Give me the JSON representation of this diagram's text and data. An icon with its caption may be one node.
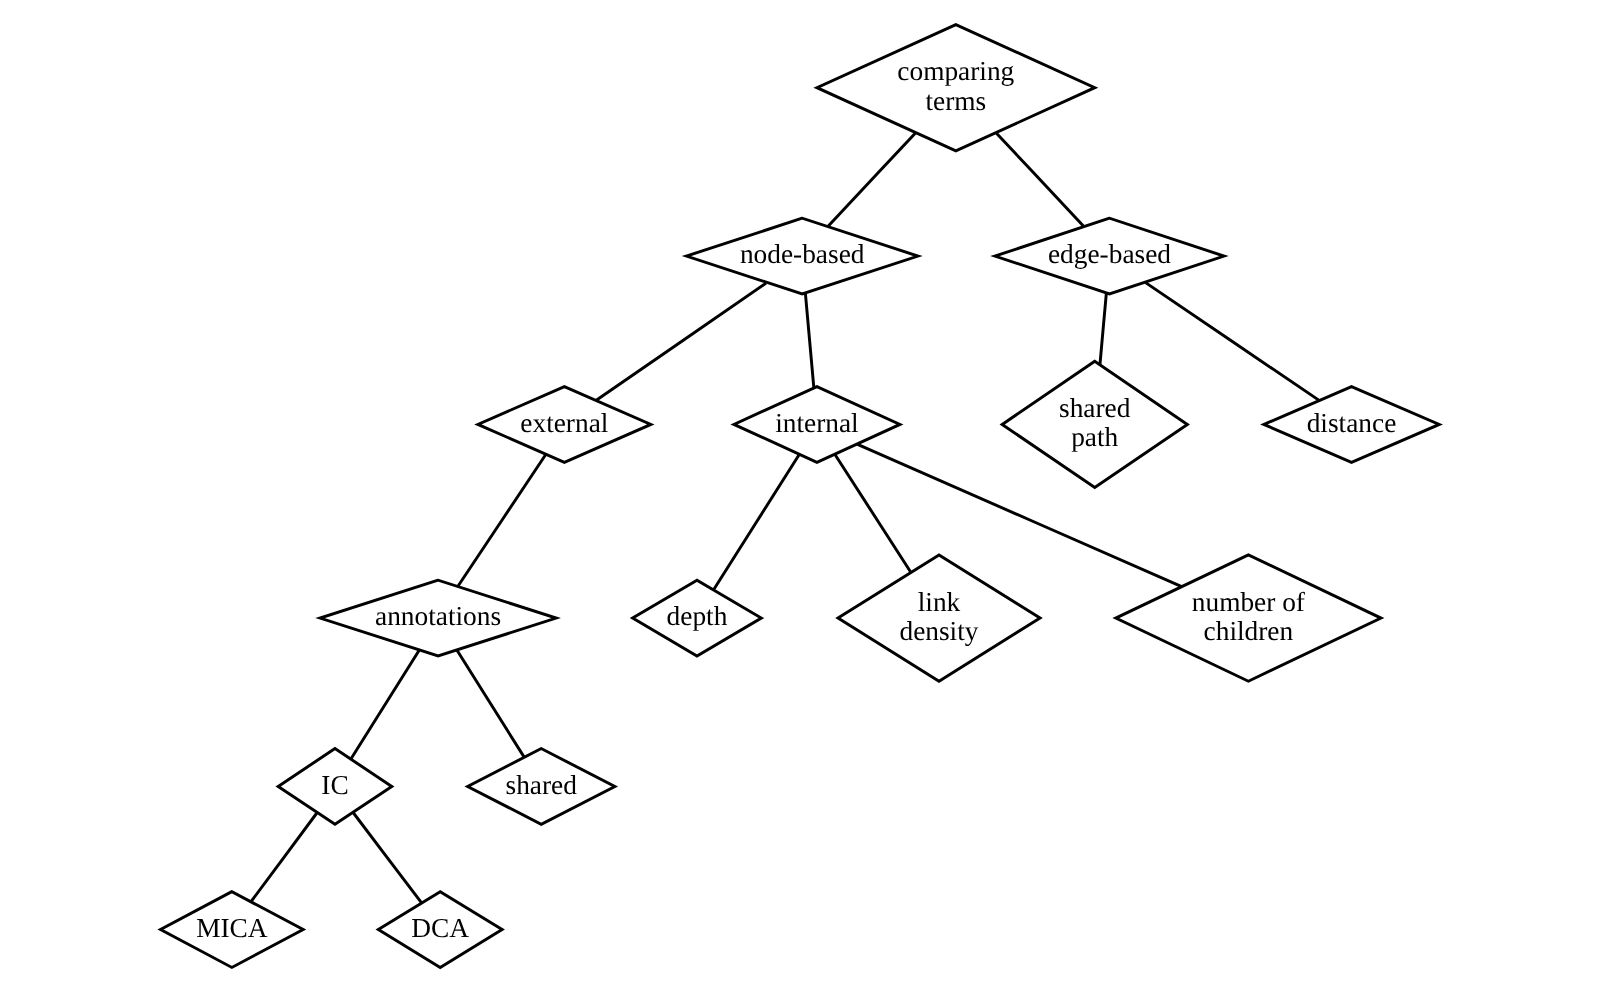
{
  "diagram": {
    "nodes": [
      {
        "text": [
          "comparing terms"
        ]
      },
      {
        "text": [
          "node-based"
        ]
      },
      {
        "text": [
          "edge-based"
        ]
      },
      {
        "text": [
          "external"
        ]
      },
      {
        "text": [
          "internal"
        ]
      },
      {
        "text": [
          "shared path"
        ]
      },
      {
        "text": [
          "distance"
        ]
      },
      {
        "text": [
          "annotations"
        ]
      },
      {
        "text": [
          "depth"
        ]
      },
      {
        "text": [
          "link density"
        ]
      },
      {
        "text": [
          "number of children"
        ]
      },
      {
        "text": [
          "IC"
        ]
      },
      {
        "text": [
          "shared"
        ]
      },
      {
        "text": [
          "MICA"
        ]
      },
      {
        "text": [
          "DCA"
        ]
      }
    ],
    "edges": [
      {
        "from": 0,
        "to": 1,
        "arrow": "none"
      },
      {
        "from": 0,
        "to": 2,
        "arrow": "none"
      },
      {
        "from": 1,
        "to": 3,
        "arrow": "none"
      },
      {
        "from": 1,
        "to": 4,
        "arrow": "none"
      },
      {
        "from": 2,
        "to": 5,
        "arrow": "none"
      },
      {
        "from": 2,
        "to": 6,
        "arrow": "none"
      },
      {
        "from": 3,
        "to": 7,
        "arrow": "none"
      },
      {
        "from": 4,
        "to": 8,
        "arrow": "none"
      },
      {
        "from": 4,
        "to": 9,
        "arrow": "none"
      },
      {
        "from": 4,
        "to": 10,
        "arrow": "none"
      },
      {
        "from": 7,
        "to": 11,
        "arrow": "none"
      },
      {
        "from": 7,
        "to": 12,
        "arrow": "none"
      },
      {
        "from": 11,
        "to": 13,
        "arrow": "none"
      },
      {
        "from": 11,
        "to": 14,
        "arrow": "none"
      }
    ]
  }
}
